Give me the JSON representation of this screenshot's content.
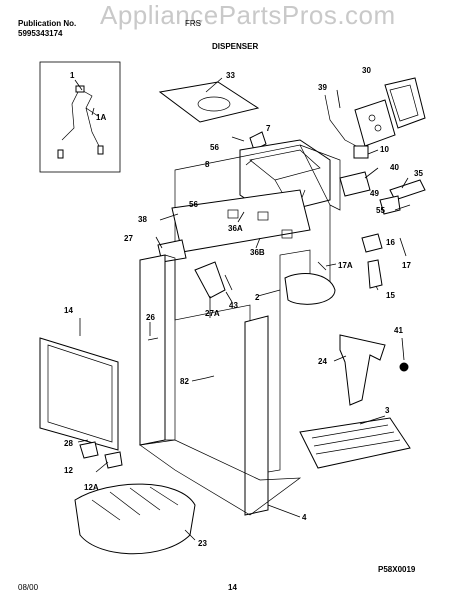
{
  "header": {
    "publication_label": "Publication No.",
    "publication_number": "5995343174",
    "model_partial": "FRS",
    "section_title": "DISPENSER"
  },
  "watermark": "AppliancePartsPros.com",
  "footer": {
    "date": "08/00",
    "page": "14",
    "diagram_code": "P58X0019"
  },
  "callouts": {
    "c33": "33",
    "c30": "30",
    "c1": "1",
    "c1a": "1A",
    "c39": "39",
    "c7": "7",
    "c56a": "56",
    "c8": "8",
    "c10": "10",
    "c40": "40",
    "c35": "35",
    "c49": "49",
    "c55": "55",
    "c38": "38",
    "c56b": "56",
    "c36a": "36A",
    "c27": "27",
    "c36b": "36B",
    "c16": "16",
    "c17a": "17A",
    "c17": "17",
    "c2": "2",
    "c15": "15",
    "c43": "43",
    "c14": "14",
    "c26": "26",
    "c27a": "27A",
    "c41": "41",
    "c24": "24",
    "c82": "82",
    "c3": "3",
    "c28": "28",
    "c12": "12",
    "c12a": "12A",
    "c4": "4",
    "c23": "23"
  }
}
